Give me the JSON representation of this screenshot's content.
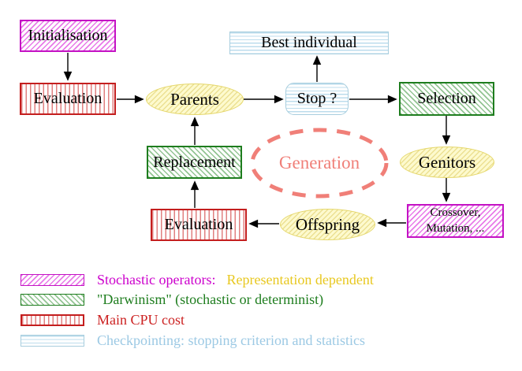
{
  "diagram": {
    "nodes": {
      "initialisation": "Initialisation",
      "evaluation_top": "Evaluation",
      "parents": "Parents",
      "best_individual": "Best individual",
      "stop": "Stop ?",
      "selection": "Selection",
      "genitors": "Genitors",
      "crossover_line1": "Crossover,",
      "crossover_line2": "Mutation, ...",
      "offspring": "Offspring",
      "evaluation_bottom": "Evaluation",
      "replacement": "Replacement",
      "generation": "Generation"
    }
  },
  "legend": {
    "stochastic_label": "Stochastic operators:",
    "stochastic_extra": "Representation dependent",
    "darwinism_label": "\"Darwinism\" (stochastic or determinist)",
    "cpu_label": "Main CPU cost",
    "checkpointing_label": "Checkpointing: stopping criterion and statistics"
  },
  "colors": {
    "magenta": "#cc00cc",
    "gold": "#e8c820",
    "green": "#1e7d1e",
    "red": "#cc2222",
    "light_blue": "#9cc9e4",
    "salmon": "#f07f78",
    "black": "#000000"
  }
}
